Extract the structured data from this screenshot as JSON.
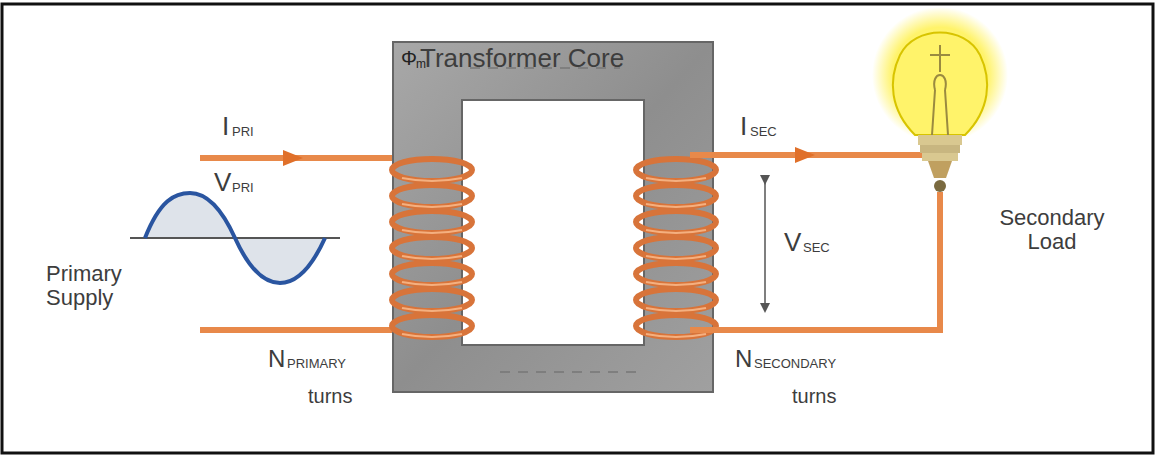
{
  "diagram": {
    "labels": [
      "Transformer Core",
      "Φ",
      "m",
      "I",
      "PRI",
      "V",
      "PRI",
      "Primary Supply",
      "N",
      "PRIMARY",
      "turns",
      "I",
      "SEC",
      "V",
      "SEC",
      "Secondary Load",
      "N",
      "SECONDARY",
      "turns"
    ]
  }
}
